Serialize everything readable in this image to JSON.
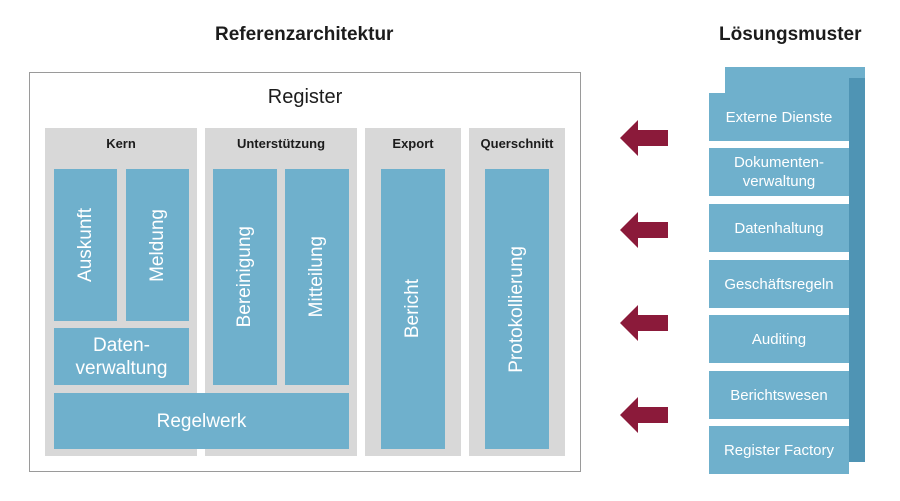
{
  "headings": {
    "left": "Referenzarchitektur",
    "right": "Lösungsmuster"
  },
  "register": {
    "title": "Register",
    "groups": {
      "kern": "Kern",
      "unterstuetzung": "Unterstützung",
      "export": "Export",
      "querschnitt": "Querschnitt"
    },
    "boxes": {
      "auskunft": "Auskunft",
      "meldung": "Meldung",
      "datenverwaltung_line1": "Daten-",
      "datenverwaltung_line2": "verwaltung",
      "bereinigung": "Bereinigung",
      "mitteilung": "Mitteilung",
      "bericht": "Bericht",
      "protokollierung": "Protokollierung",
      "regelwerk": "Regelwerk"
    }
  },
  "solutions": {
    "items": [
      {
        "line1": "Externe Dienste"
      },
      {
        "line1": "Dokumenten-",
        "line2": "verwaltung"
      },
      {
        "line1": "Datenhaltung"
      },
      {
        "line1": "Geschäftsregeln"
      },
      {
        "line1": "Auditing"
      },
      {
        "line1": "Berichtswesen"
      },
      {
        "line1": "Register Factory"
      }
    ]
  },
  "colors": {
    "box": "#6fb0cc",
    "box_side": "#4f94b4",
    "group_bg": "#d8d8d8",
    "frame": "#9a9a9a",
    "arrow": "#8b1a3a"
  }
}
